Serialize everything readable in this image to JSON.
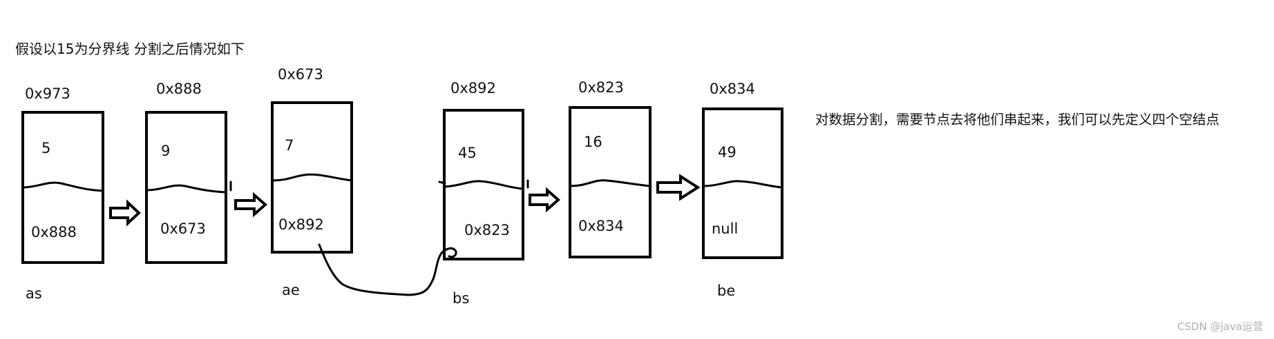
{
  "intro_text": "假设以15为分界线   分割之后情况如下",
  "nodes": [
    {
      "address": "0x973",
      "value": "5",
      "next": "0x888"
    },
    {
      "address": "0x888",
      "value": "9",
      "next": "0x673"
    },
    {
      "address": "0x673",
      "value": "7",
      "next": "0x892"
    },
    {
      "address": "0x892",
      "value": "45",
      "next": "0x823"
    },
    {
      "address": "0x823",
      "value": "16",
      "next": "0x834"
    },
    {
      "address": "0x834",
      "value": "49",
      "next": "null"
    }
  ],
  "pointer_labels": {
    "as": "as",
    "ae": "ae",
    "bs": "bs",
    "be": "be"
  },
  "note_text": "对数据分割，需要节点去将他们串起来，我们可以先定义四个空结点",
  "watermark": "CSDN @java运营"
}
